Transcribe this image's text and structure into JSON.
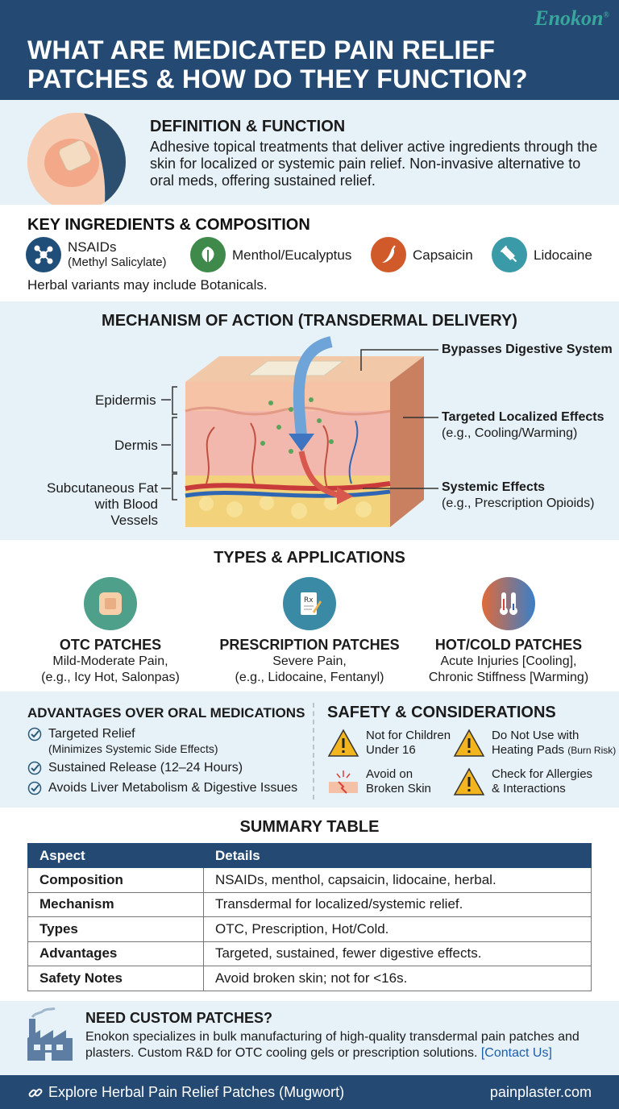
{
  "brand": "Enokon",
  "title": "WHAT ARE MEDICATED PAIN RELIEF PATCHES & HOW DO THEY FUNCTION?",
  "definition": {
    "title": "DEFINITION & FUNCTION",
    "text": "Adhesive topical treatments that deliver active ingredients through the skin for localized or systemic pain relief. Non-invasive alternative to oral meds, offering sustained relief."
  },
  "ingredients": {
    "title": "KEY INGREDIENTS & COMPOSITION",
    "items": [
      {
        "label": "NSAIDs",
        "sub": "(Methyl Salicylate)",
        "icon": "molecule-icon",
        "color": "#1f4e79"
      },
      {
        "label": "Menthol/Eucalyptus",
        "sub": "",
        "icon": "leaf-icon",
        "color": "#3f8a4a"
      },
      {
        "label": "Capsaicin",
        "sub": "",
        "icon": "chili-icon",
        "color": "#d05a2a"
      },
      {
        "label": "Lidocaine",
        "sub": "",
        "icon": "syringe-icon",
        "color": "#3a9aa8"
      }
    ],
    "note": "Herbal variants may include Botanicals."
  },
  "mechanism": {
    "title": "MECHANISM OF ACTION (TRANSDERMAL DELIVERY)",
    "layers": [
      "Epidermis",
      "Dermis",
      "Subcutaneous Fat",
      "with Blood Vessels"
    ],
    "effects": [
      {
        "title": "Bypasses Digestive System",
        "sub": ""
      },
      {
        "title": "Targeted Localized Effects",
        "sub": "(e.g., Cooling/Warming)"
      },
      {
        "title": "Systemic Effects",
        "sub": "(e.g., Prescription Opioids)"
      }
    ]
  },
  "types": {
    "title": "TYPES & APPLICATIONS",
    "items": [
      {
        "name": "OTC PATCHES",
        "line1": "Mild-Moderate Pain,",
        "line2": "(e.g., Icy Hot, Salonpas)",
        "icon": "patch-icon"
      },
      {
        "name": "PRESCRIPTION PATCHES",
        "line1": "Severe Pain,",
        "line2": "(e.g., Lidocaine, Fentanyl)",
        "icon": "prescription-icon"
      },
      {
        "name": "HOT/COLD PATCHES",
        "line1": "Acute Injuries [Cooling],",
        "line2": "Chronic Stiffness [Warming)",
        "icon": "thermometer-icon"
      }
    ]
  },
  "advantages": {
    "title": "ADVANTAGES OVER ORAL MEDICATIONS",
    "items": [
      {
        "label": "Targeted Relief",
        "sub": "(Minimizes Systemic Side Effects)"
      },
      {
        "label": "Sustained Release (12–24 Hours)",
        "sub": ""
      },
      {
        "label": "Avoids Liver Metabolism & Digestive Issues",
        "sub": ""
      }
    ]
  },
  "safety": {
    "title": "SAFETY & CONSIDERATIONS",
    "items": [
      {
        "line1": "Not for Children",
        "line2": "Under 16",
        "small": ""
      },
      {
        "line1": "Do Not Use with",
        "line2": "Heating Pads",
        "small": "(Burn Risk)"
      },
      {
        "line1": "Avoid on",
        "line2": "Broken Skin",
        "small": ""
      },
      {
        "line1": "Check for Allergies",
        "line2": "& Interactions",
        "small": ""
      }
    ]
  },
  "summary": {
    "title": "SUMMARY TABLE",
    "headers": [
      "Aspect",
      "Details"
    ],
    "rows": [
      [
        "Composition",
        "NSAIDs, menthol, capsaicin, lidocaine, herbal."
      ],
      [
        "Mechanism",
        "Transdermal for localized/systemic relief."
      ],
      [
        "Types",
        "OTC, Prescription, Hot/Cold."
      ],
      [
        "Advantages",
        "Targeted, sustained, fewer digestive effects."
      ],
      [
        "Safety Notes",
        "Avoid broken skin; not for <16s."
      ]
    ]
  },
  "cta": {
    "title": "NEED CUSTOM PATCHES?",
    "text": "Enokon specializes in bulk manufacturing of high-quality transdermal pain patches and plasters. Custom R&D for OTC cooling gels or prescription solutions.",
    "link": "[Contact Us]"
  },
  "footer": {
    "left": "Explore Herbal Pain Relief Patches (Mugwort)",
    "right": "painplaster.com"
  },
  "colors": {
    "navy": "#244a73",
    "light": "#e6f1f8",
    "teal": "#3aa59c"
  }
}
